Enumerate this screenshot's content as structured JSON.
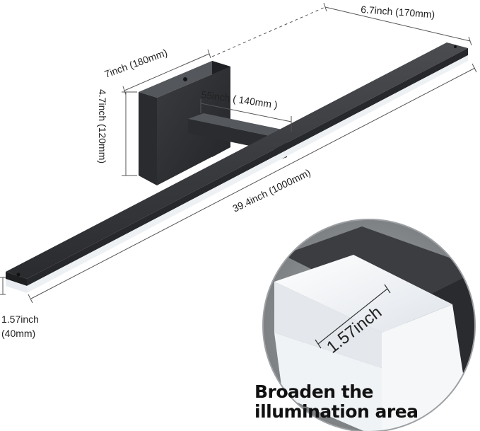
{
  "dimensions": {
    "depth_arm": "6.7inch (170mm)",
    "plate_width": "7inch (180mm)",
    "plate_height": "4.7inch (120mm)",
    "arm_length": "55inch ( 140mm )",
    "bar_length": "39.4inch (1000mm)",
    "bar_thickness_in": "1.57inch",
    "bar_thickness_mm": "(40mm)",
    "zoom_thickness": "1.57inch"
  },
  "caption": {
    "line1": "Broaden the",
    "line2": "illumination area"
  },
  "colors": {
    "fixture": "#2f3134",
    "fixture_dark": "#1e1f21",
    "diffuser": "#f4f6f8",
    "dimension_line": "#555555",
    "wall": "#8a8d90"
  }
}
